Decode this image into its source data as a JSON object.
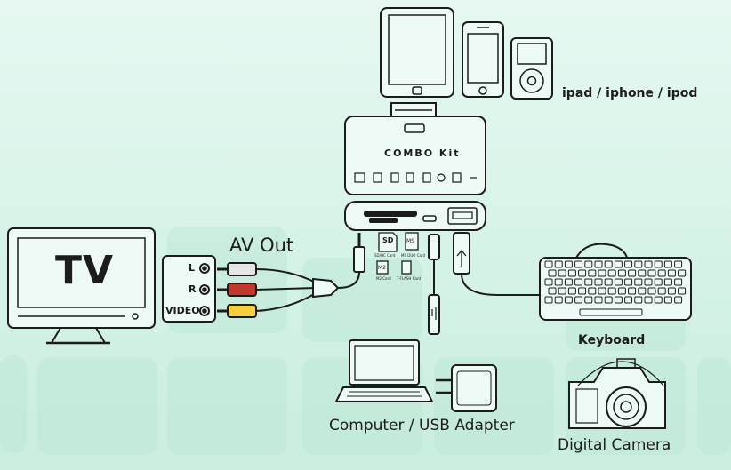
{
  "labels": {
    "apple_devices": "ipad / iphone / ipod",
    "combo_kit": "COMBO Kit",
    "tv": "TV",
    "av_out": "AV Out",
    "jack_left": "L",
    "jack_right": "R",
    "jack_video": "VIDEO",
    "keyboard": "Keyboard",
    "computer_usb": "Computer / USB Adapter",
    "digital_camera": "Digital Camera"
  },
  "card_labels": {
    "sd": "SD",
    "sd_hc": "SD/HC Card",
    "ms": "MS",
    "ms_duo": "MS DUO Card",
    "m2": "M2",
    "m2_card": "M2 Card",
    "tflash": "T-FLASH Card"
  },
  "colors": {
    "background": "#d8f3e8",
    "jack_left": "#e6e6e6",
    "jack_right": "#c0392b",
    "jack_video": "#f4d03f",
    "line": "#1c1c1c"
  }
}
